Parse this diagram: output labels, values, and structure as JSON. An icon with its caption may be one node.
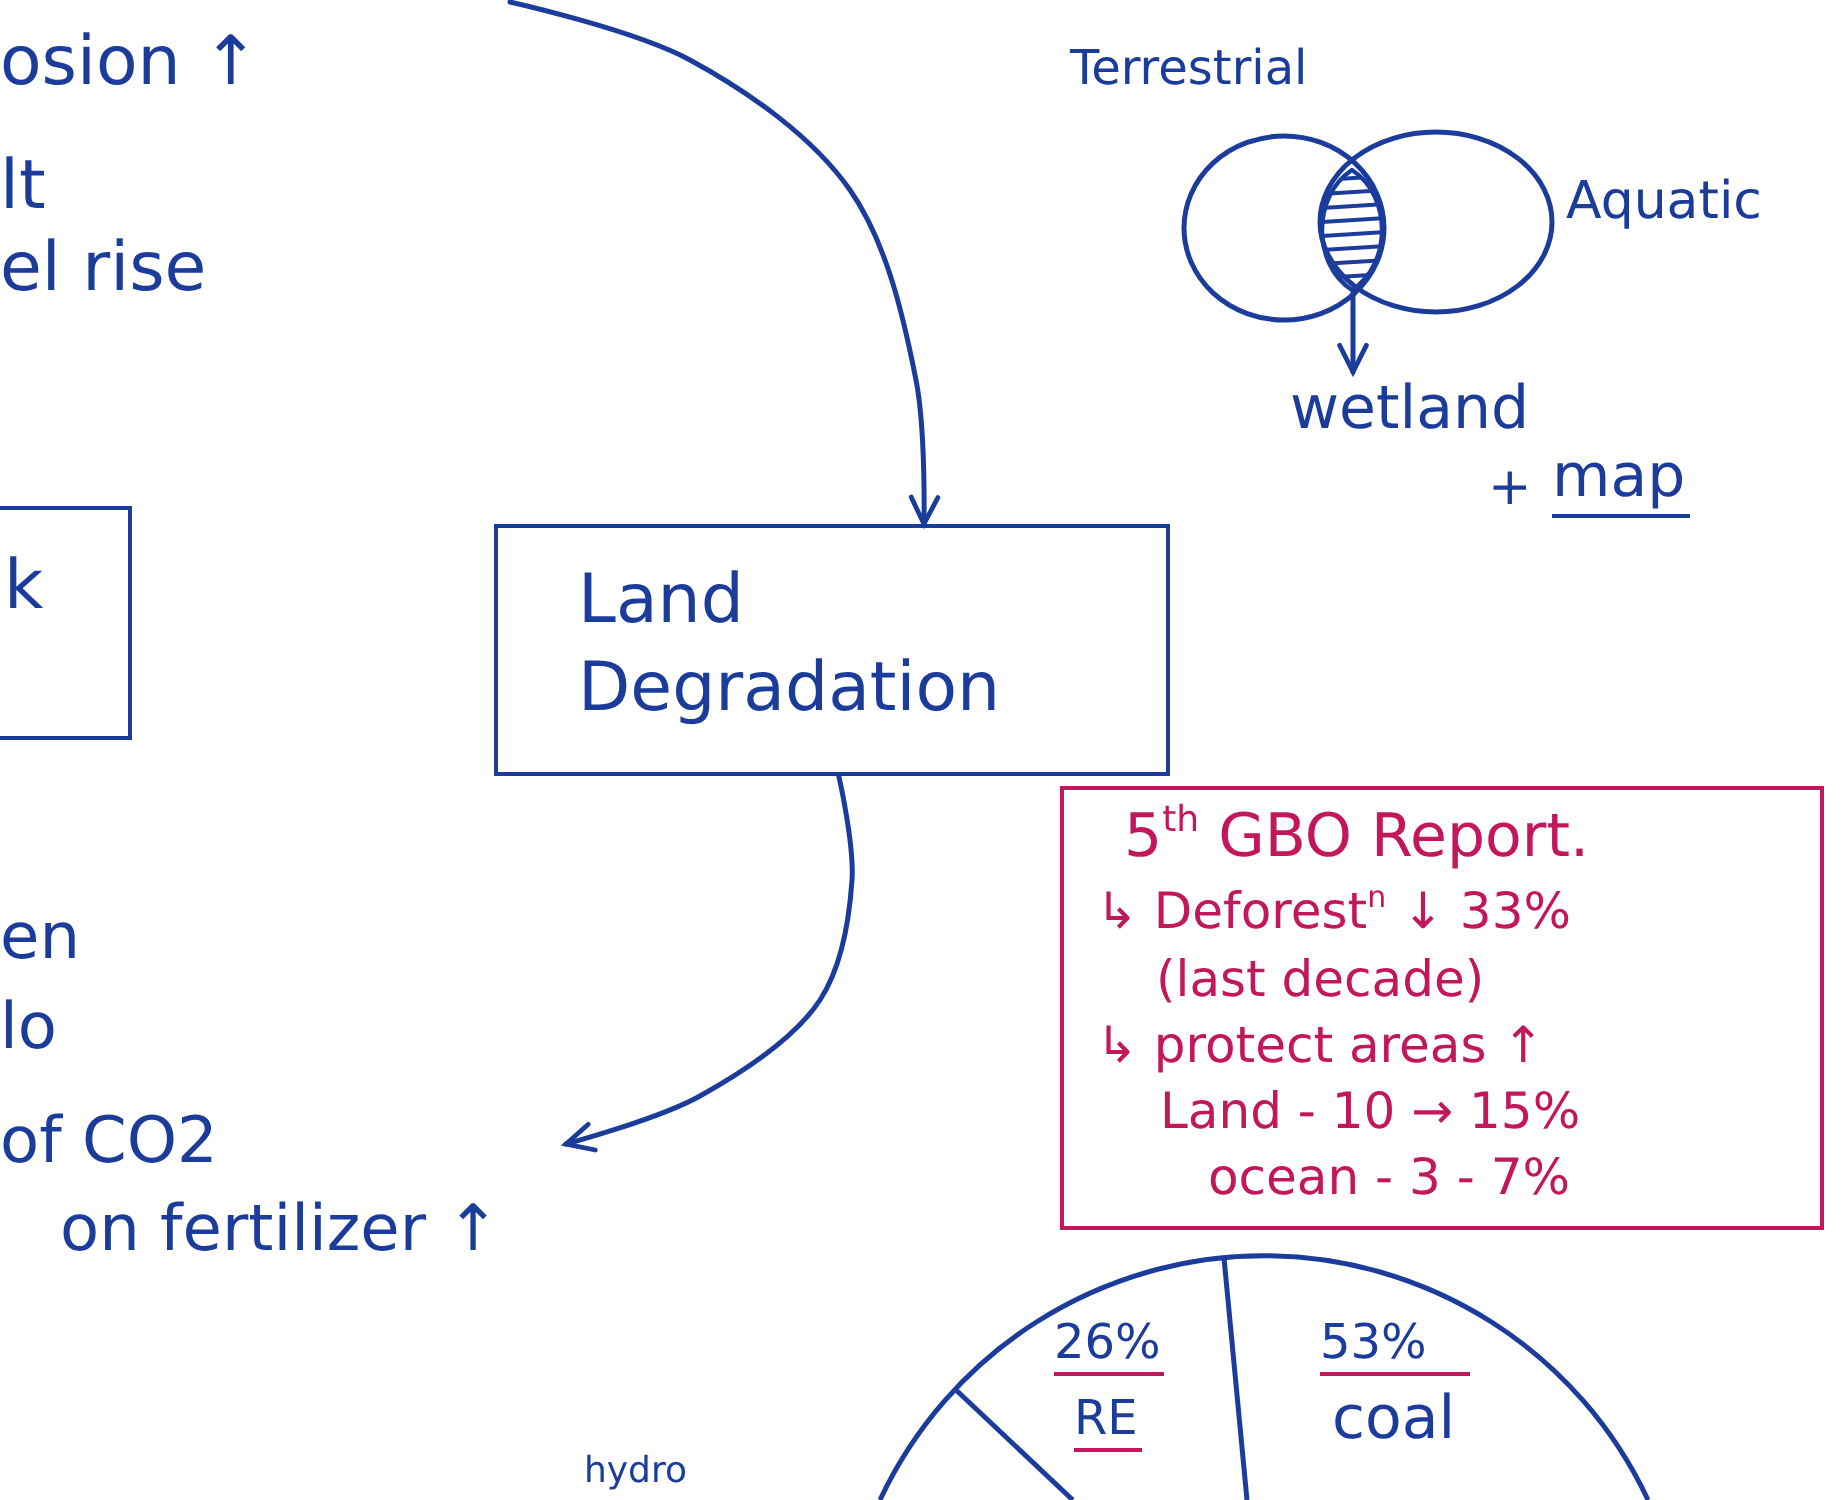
{
  "diagram": {
    "nodes": [
      {
        "text": [
          "k"
        ]
      },
      {
        "text": [
          "Land Degradation"
        ]
      },
      {
        "text": [
          "Terrestrial"
        ]
      },
      {
        "text": [
          "Aquatic"
        ]
      },
      {
        "text": [],
        "shape": "ellipse"
      },
      {
        "text": [
          "wetland"
        ]
      },
      {
        "text": [
          "5$^{th}$ GBO Report.",
          "↳ Deforest$^{n}$ ↓ 33%",
          "(last decade)",
          "↳ protect areas ↑",
          "Land - 10 → 15%",
          "ocean - 3 - 7%"
        ]
      }
    ],
    "edges": [
      {
        "from": null,
        "to": 1,
        "arrow": "to"
      },
      {
        "from": 1,
        "to": null,
        "arrow": "to"
      },
      {
        "from": 4,
        "to": 5,
        "arrow": "to"
      }
    ],
    "labels": [
      "osion ↑",
      "lt",
      "el rise",
      "+",
      "map",
      "en",
      "lo",
      "of CO2",
      "on fertilizer ↑",
      "26%",
      "RE",
      "53%",
      "coal",
      "hydro"
    ]
  }
}
